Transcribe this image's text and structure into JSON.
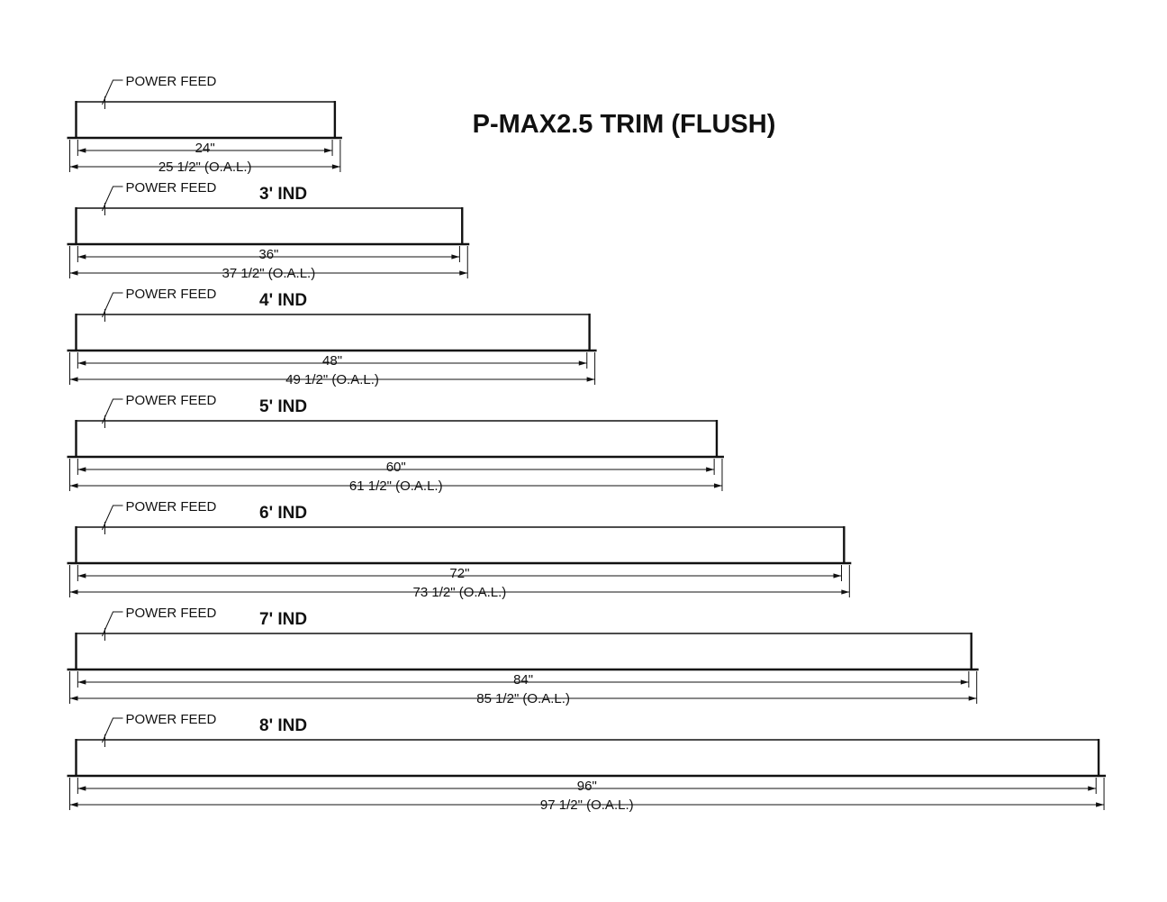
{
  "title": "P-MAX2.5 TRIM (FLUSH)",
  "power_feed_label": "POWER FEED",
  "fixtures": [
    {
      "ind_label": "",
      "length_in": 24,
      "length_label": "24\"",
      "oal_in": 25.5,
      "oal_label": "25 1/2\" (O.A.L.)"
    },
    {
      "ind_label": "3' IND",
      "length_in": 36,
      "length_label": "36\"",
      "oal_in": 37.5,
      "oal_label": "37 1/2\" (O.A.L.)"
    },
    {
      "ind_label": "4' IND",
      "length_in": 48,
      "length_label": "48\"",
      "oal_in": 49.5,
      "oal_label": "49 1/2\" (O.A.L.)"
    },
    {
      "ind_label": "5' IND",
      "length_in": 60,
      "length_label": "60\"",
      "oal_in": 61.5,
      "oal_label": "61 1/2\" (O.A.L.)"
    },
    {
      "ind_label": "6' IND",
      "length_in": 72,
      "length_label": "72\"",
      "oal_in": 73.5,
      "oal_label": "73 1/2\" (O.A.L.)"
    },
    {
      "ind_label": "7' IND",
      "length_in": 84,
      "length_label": "84\"",
      "oal_in": 85.5,
      "oal_label": "85 1/2\" (O.A.L.)"
    },
    {
      "ind_label": "8' IND",
      "length_in": 96,
      "length_label": "96\"",
      "oal_in": 97.5,
      "oal_label": "97 1/2\" (O.A.L.)"
    }
  ]
}
